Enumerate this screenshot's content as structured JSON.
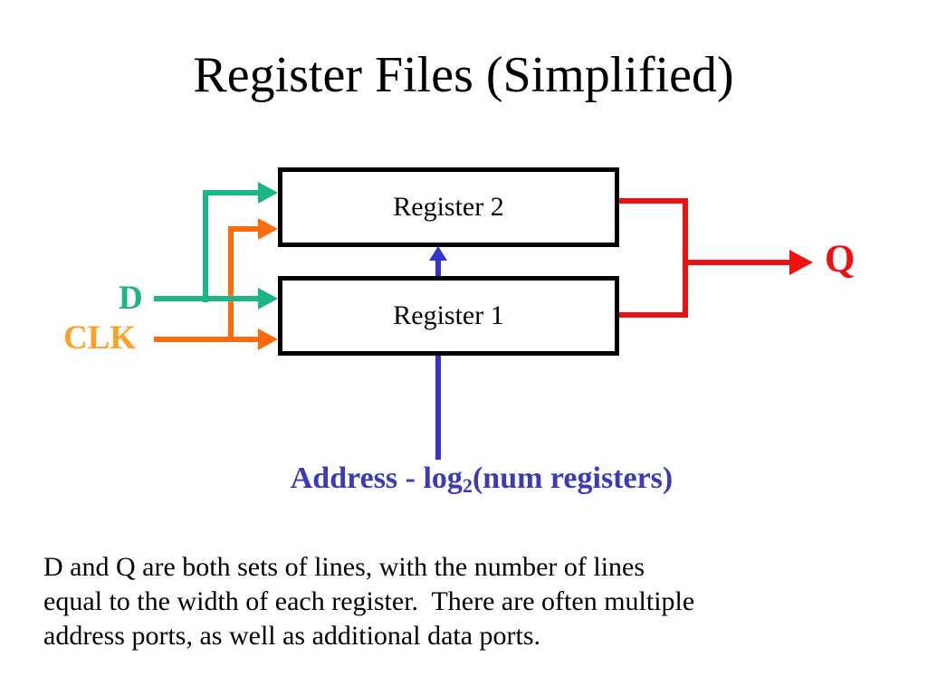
{
  "slide": {
    "title": "Register Files (Simplified)",
    "diagram": {
      "register2": "Register 2",
      "register1": "Register 1",
      "d_label": "D",
      "clk_label": "CLK",
      "q_label": "Q",
      "address": {
        "prefix": "Address - log",
        "subscript": "2",
        "suffix": "(num registers)"
      }
    },
    "body_text": {
      "line1": "D and Q are both sets of lines, with the number of lines",
      "line2": "equal to the width of each register.  There are often multiple",
      "line3": "address ports, as well as additional data ports."
    },
    "colors": {
      "data_green": "#1BB687",
      "clock_orange": "#FF6A0E",
      "clock_label_orange": "#FFA126",
      "output_red": "#EE1111",
      "address_blue": "#3333CC",
      "address_text_blue": "#3B3BB8",
      "box_border_black": "#000000",
      "text_black": "#000000",
      "background_white": "#FFFFFF"
    }
  }
}
